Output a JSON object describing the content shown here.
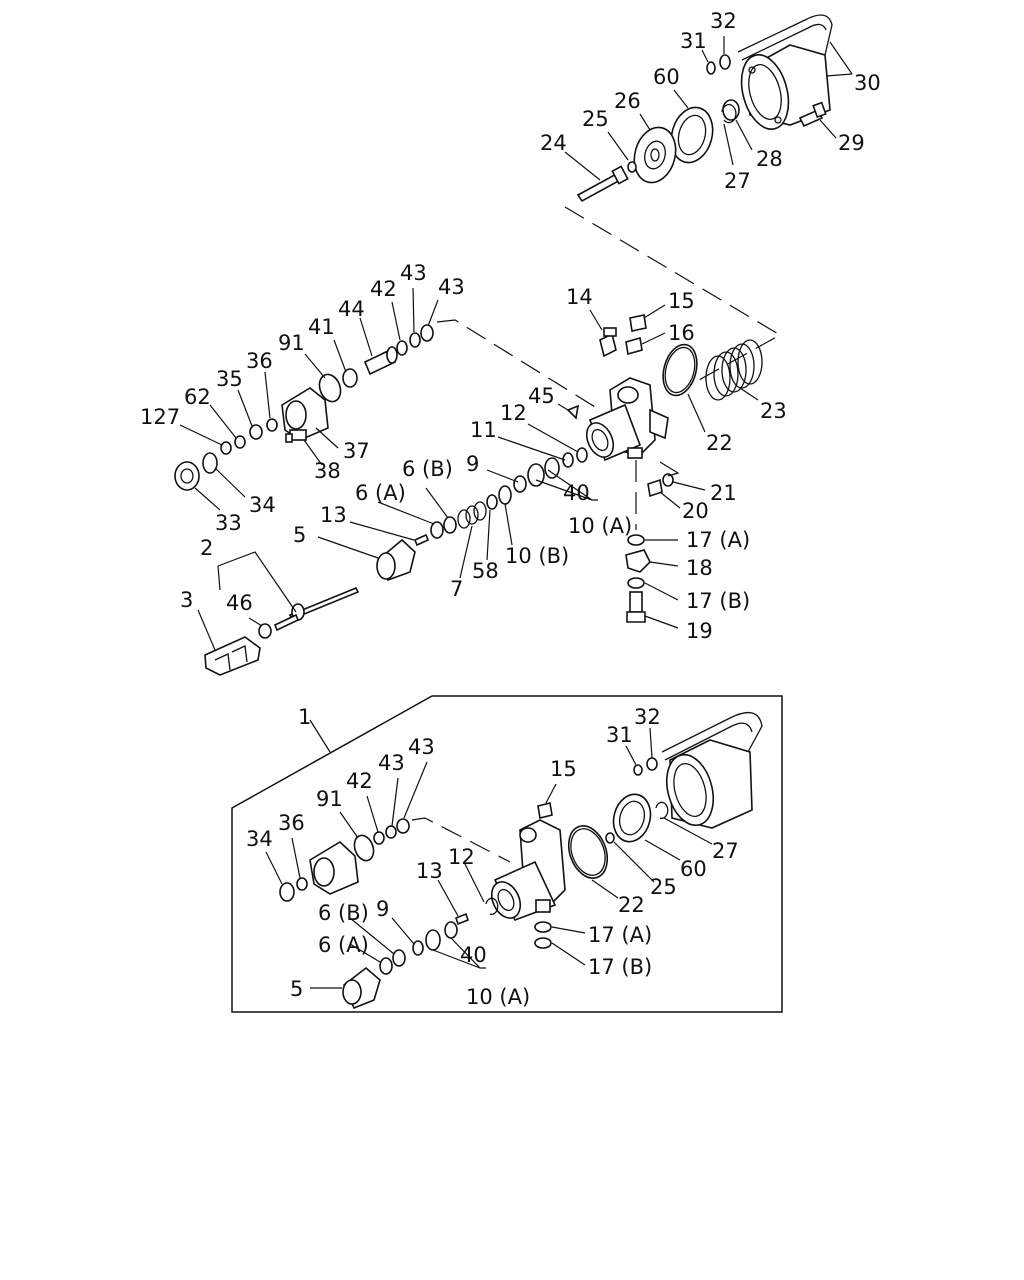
{
  "labels": {
    "upper": {
      "l32": "32",
      "l31": "31",
      "l30": "30",
      "l60": "60",
      "l26": "26",
      "l25": "25",
      "l24": "24",
      "l27": "27",
      "l28": "28",
      "l29": "29",
      "l14": "14",
      "l15": "15",
      "l16": "16",
      "l23": "23",
      "l22": "22",
      "l45": "45",
      "l12": "12",
      "l11": "11",
      "l9": "9",
      "l40": "40",
      "l10a": "10 (A)",
      "l21": "21",
      "l20": "20",
      "l17a": "17 (A)",
      "l18": "18",
      "l17b": "17 (B)",
      "l19": "19",
      "l43a": "43",
      "l43b": "43",
      "l42": "42",
      "l44": "44",
      "l41": "41",
      "l91": "91",
      "l36": "36",
      "l35": "35",
      "l62": "62",
      "l127": "127",
      "l37": "37",
      "l38": "38",
      "l34": "34",
      "l33": "33",
      "l6b": "6 (B)",
      "l6a": "6 (A)",
      "l13": "13",
      "l5": "5",
      "l7": "7",
      "l58": "58",
      "l10b": "10 (B)",
      "l2": "2",
      "l3": "3",
      "l46": "46"
    },
    "inset": {
      "l1": "1",
      "l32": "32",
      "l31": "31",
      "l15": "15",
      "l43a": "43",
      "l43b": "43",
      "l42": "42",
      "l91": "91",
      "l36": "36",
      "l34": "34",
      "l12": "12",
      "l13": "13",
      "l22": "22",
      "l25": "25",
      "l60": "60",
      "l27": "27",
      "l9": "9",
      "l6b": "6 (B)",
      "l6a": "6 (A)",
      "l40": "40",
      "l10a": "10 (A)",
      "l5": "5",
      "l17a": "17 (A)",
      "l17b": "17 (B)"
    }
  }
}
